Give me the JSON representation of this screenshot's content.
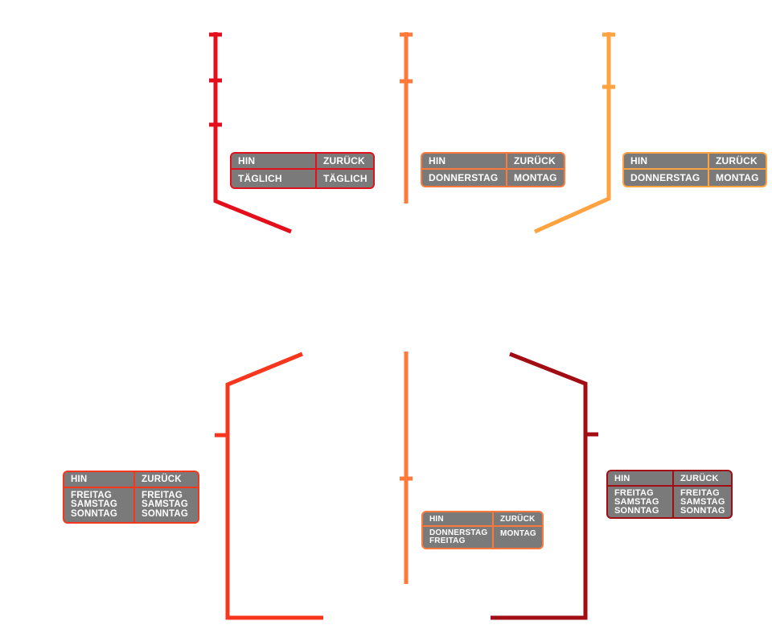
{
  "header": {
    "out": "HIN",
    "back": "ZURÜCK"
  },
  "colors": {
    "red": "#e3101c",
    "orange": "#ff7a3a",
    "light_orange": "#ffa340",
    "red_orange": "#f8361e",
    "dark_red": "#a10d12"
  },
  "routes": [
    {
      "id": "route-1",
      "color": "red",
      "out_days": "TÄGLICH",
      "back_days": "TÄGLICH"
    },
    {
      "id": "route-2",
      "color": "orange",
      "out_days": "DONNERSTAG",
      "back_days": "MONTAG"
    },
    {
      "id": "route-3",
      "color": "light_orange",
      "out_days": "DONNERSTAG",
      "back_days": "MONTAG"
    },
    {
      "id": "route-4",
      "color": "red_orange",
      "out_days": "FREITAG\nSAMSTAG\nSONNTAG",
      "back_days": "FREITAG\nSAMSTAG\nSONNTAG"
    },
    {
      "id": "route-5",
      "color": "orange",
      "out_days": "DONNERSTAG\nFREITAG",
      "back_days": "MONTAG"
    },
    {
      "id": "route-6",
      "color": "dark_red",
      "out_days": "FREITAG\nSAMSTAG\nSONNTAG",
      "back_days": "FREITAG\nSAMSTAG\nSONNTAG"
    }
  ]
}
